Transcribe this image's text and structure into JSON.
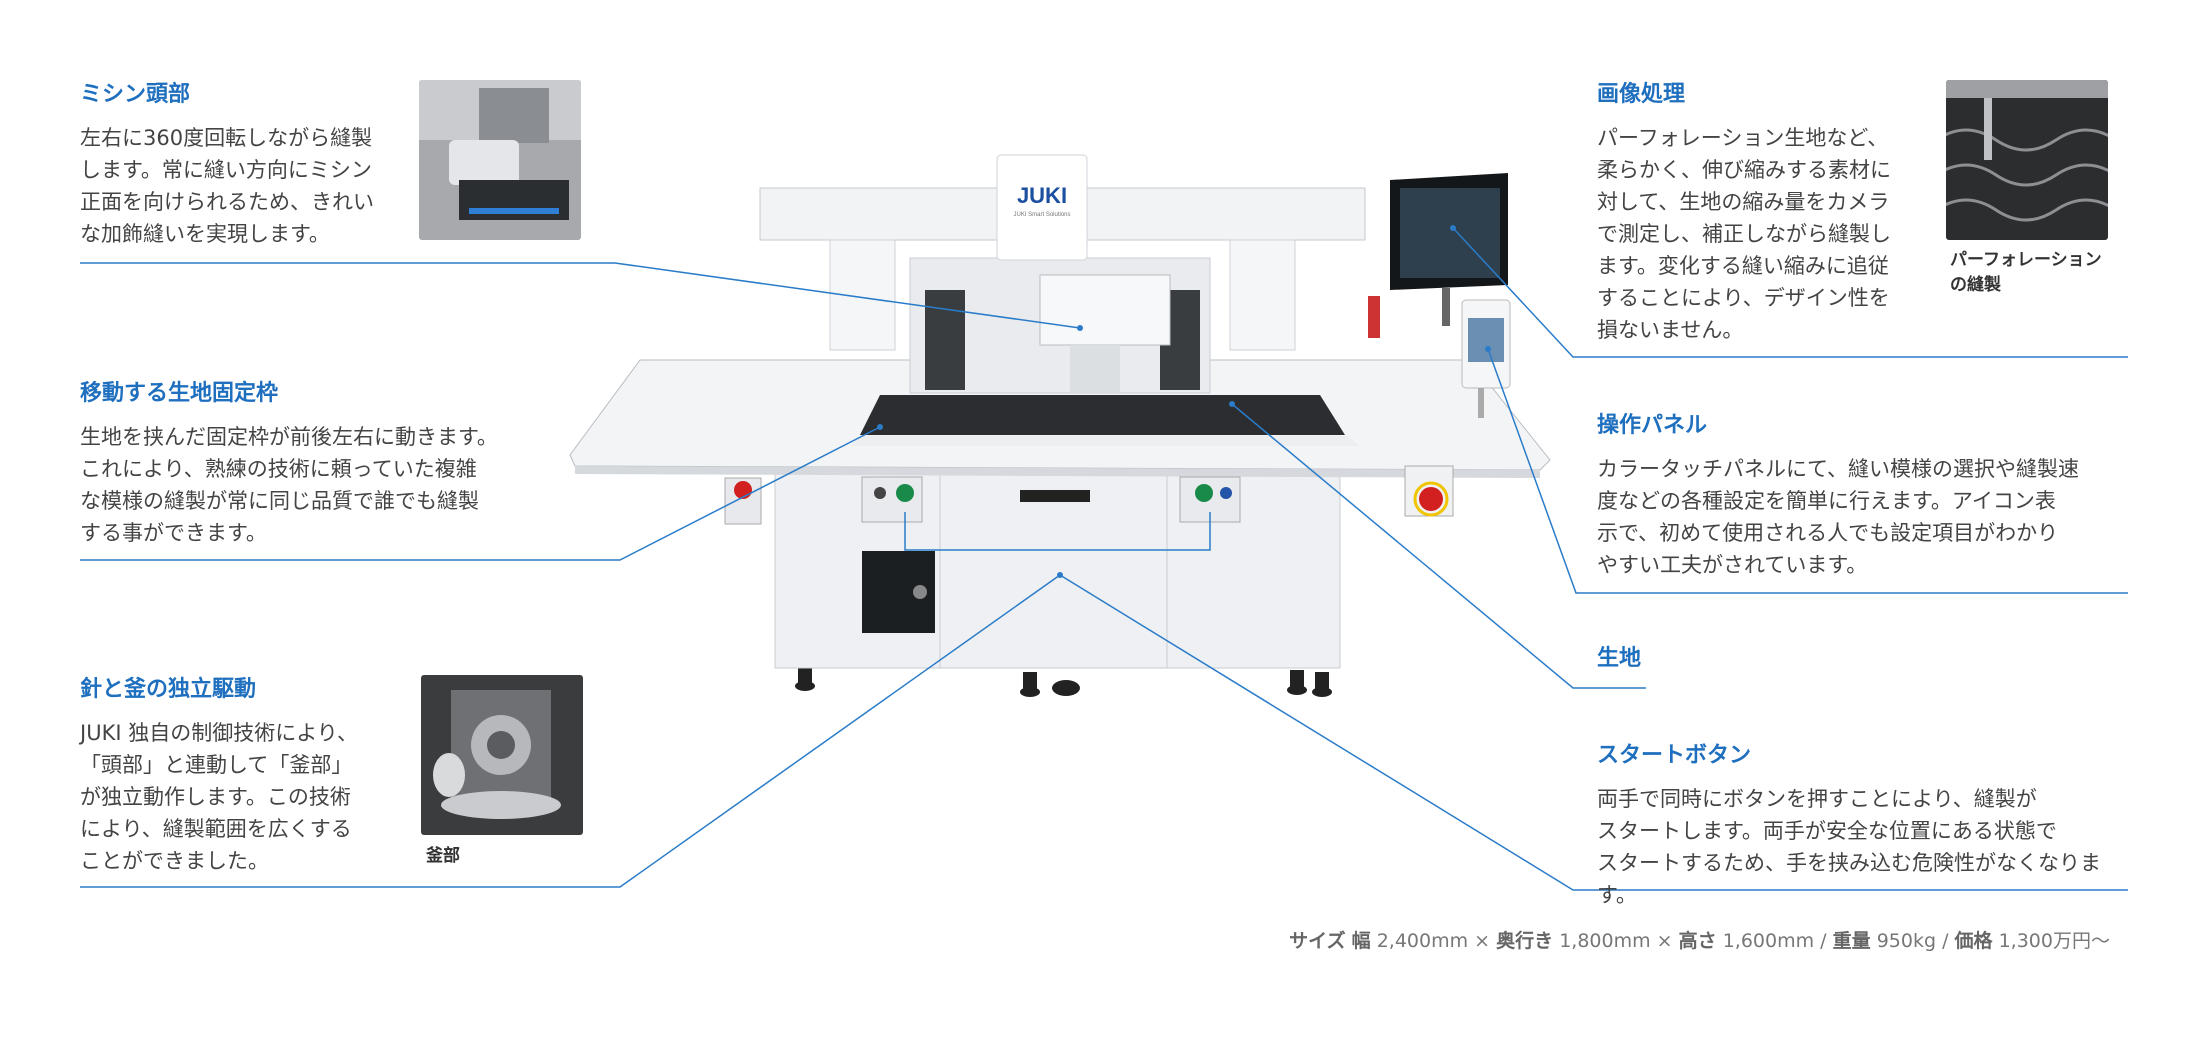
{
  "features": {
    "head": {
      "title": "ミシン頭部",
      "desc": [
        "左右に360度回転しながら縫製",
        "します。常に縫い方向にミシン",
        "正面を向けられるため、きれい",
        "な加飾縫いを実現します。"
      ]
    },
    "frame": {
      "title": "移動する生地固定枠",
      "desc": [
        "生地を挟んだ固定枠が前後左右に動きます。",
        "これにより、熟練の技術に頼っていた複雑",
        "な模様の縫製が常に同じ品質で誰でも縫製",
        "する事ができます。"
      ]
    },
    "drive": {
      "title": "針と釜の独立駆動",
      "desc": [
        "JUKI 独自の制御技術により、",
        "「頭部」と連動して「釜部」",
        "が独立動作します。この技術",
        "により、縫製範囲を広くする",
        "ことができました。"
      ],
      "caption": "釜部"
    },
    "image": {
      "title": "画像処理",
      "desc": [
        "パーフォレーション生地など、",
        "柔らかく、伸び縮みする素材に",
        "対して、生地の縮み量をカメラ",
        "で測定し、補正しながら縫製し",
        "ます。変化する縫い縮みに追従",
        "することにより、デザイン性を",
        "損ないません。"
      ],
      "caption": [
        "パーフォレーション",
        "の縫製"
      ]
    },
    "panel": {
      "title": "操作パネル",
      "desc": [
        "カラータッチパネルにて、縫い模様の選択や縫製速",
        "度などの各種設定を簡単に行えます。アイコン表",
        "示で、初めて使用される人でも設定項目がわかり",
        "やすい工夫がされています。"
      ]
    },
    "fabric": {
      "title": "生地"
    },
    "start": {
      "title": "スタートボタン",
      "desc": [
        "両手で同時にボタンを押すことにより、縫製が",
        "スタートします。両手が安全な位置にある状態で",
        "スタートするため、手を挟み込む危険性がなくなります。"
      ]
    }
  },
  "machine": {
    "brand": "JUKI",
    "sub": "JUKI Smart Solutions"
  },
  "spec": {
    "size_label": "サイズ",
    "width_label": "幅",
    "width": "2,400mm",
    "times": "×",
    "depth_label": "奥行き",
    "depth": "1,800mm",
    "height_label": "高さ",
    "height": "1,600mm",
    "slash": "/",
    "weight_label": "重量",
    "weight": "950kg",
    "price_label": "価格",
    "price": "1,300万円〜"
  },
  "colors": {
    "accent": "#1f6fbf",
    "line": "#2a7cc9",
    "text": "#444444"
  }
}
